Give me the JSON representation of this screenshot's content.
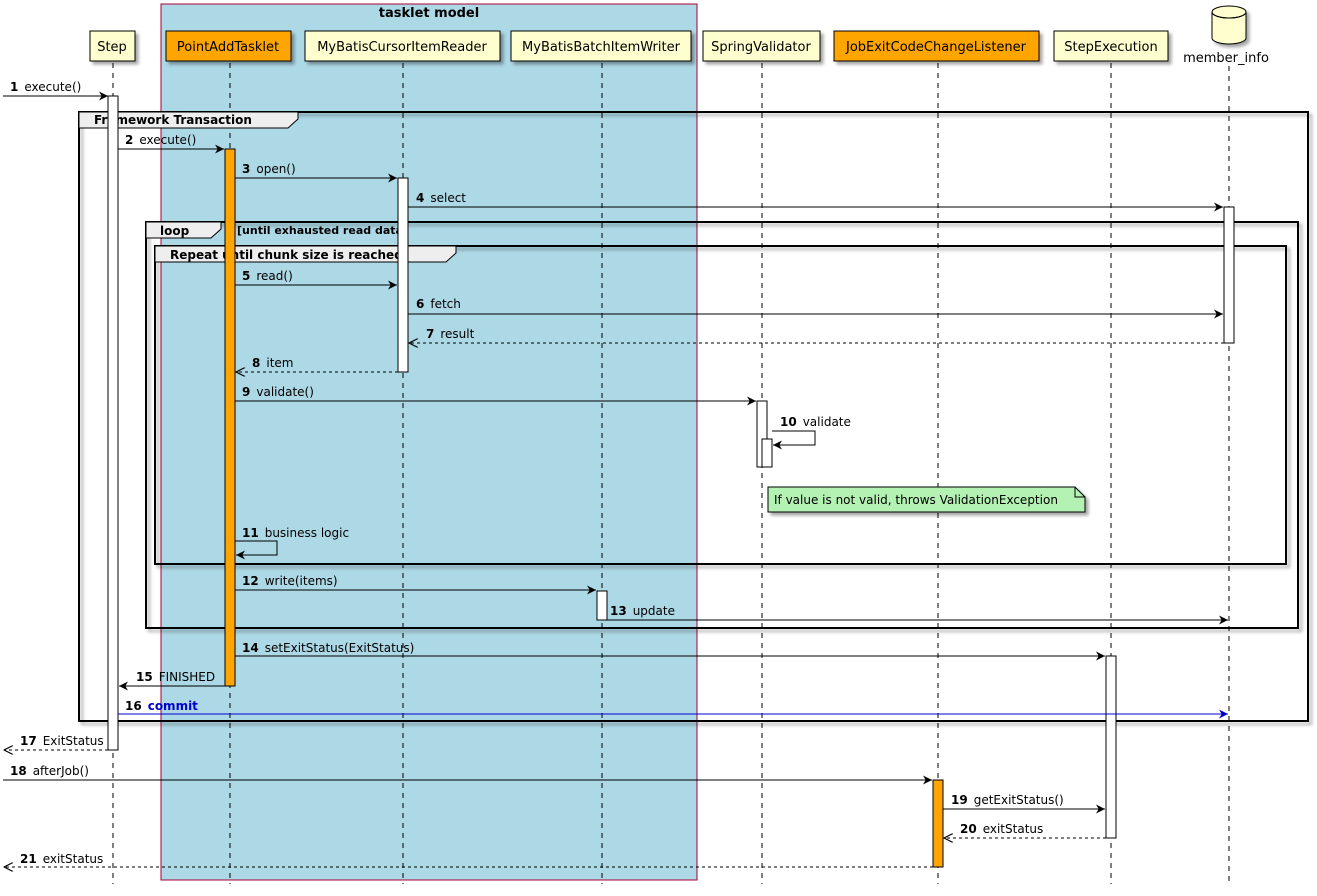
{
  "box": {
    "title": "tasklet model",
    "fill": "#ADD8E6",
    "border": "#A80036"
  },
  "participants": [
    {
      "id": "step",
      "label": "Step",
      "color": "#FEFECE"
    },
    {
      "id": "tasklet",
      "label": "PointAddTasklet",
      "color": "#FFA500"
    },
    {
      "id": "reader",
      "label": "MyBatisCursorItemReader",
      "color": "#FEFECE"
    },
    {
      "id": "writer",
      "label": "MyBatisBatchItemWriter",
      "color": "#FEFECE"
    },
    {
      "id": "validator",
      "label": "SpringValidator",
      "color": "#FEFECE"
    },
    {
      "id": "listener",
      "label": "JobExitCodeChangeListener",
      "color": "#FFA500"
    },
    {
      "id": "stepexec",
      "label": "StepExecution",
      "color": "#FEFECE"
    },
    {
      "id": "db",
      "label": "member_info",
      "color": "#FEFECE",
      "kind": "database"
    }
  ],
  "frames": [
    {
      "keyword": "Framework Transaction",
      "condition": ""
    },
    {
      "keyword": "loop",
      "condition": "[until exhausted read data]"
    },
    {
      "keyword": "Repeat until chunk size is reached",
      "condition": ""
    }
  ],
  "messages": [
    {
      "num": "1",
      "text": "execute()",
      "from": "external",
      "to": "step",
      "style": "solid"
    },
    {
      "num": "2",
      "text": "execute()",
      "from": "step",
      "to": "tasklet",
      "style": "solid"
    },
    {
      "num": "3",
      "text": "open()",
      "from": "tasklet",
      "to": "reader",
      "style": "solid"
    },
    {
      "num": "4",
      "text": "select",
      "from": "reader",
      "to": "db",
      "style": "solid"
    },
    {
      "num": "5",
      "text": "read()",
      "from": "tasklet",
      "to": "reader",
      "style": "solid"
    },
    {
      "num": "6",
      "text": "fetch",
      "from": "reader",
      "to": "db",
      "style": "solid"
    },
    {
      "num": "7",
      "text": "result",
      "from": "db",
      "to": "reader",
      "style": "dashed"
    },
    {
      "num": "8",
      "text": "item",
      "from": "reader",
      "to": "tasklet",
      "style": "dashed"
    },
    {
      "num": "9",
      "text": "validate()",
      "from": "tasklet",
      "to": "validator",
      "style": "solid"
    },
    {
      "num": "10",
      "text": "validate",
      "from": "validator",
      "to": "validator",
      "style": "self"
    },
    {
      "num": "11",
      "text": "business logic",
      "from": "tasklet",
      "to": "tasklet",
      "style": "self"
    },
    {
      "num": "12",
      "text": "write(items)",
      "from": "tasklet",
      "to": "writer",
      "style": "solid"
    },
    {
      "num": "13",
      "text": "update",
      "from": "writer",
      "to": "db",
      "style": "solid"
    },
    {
      "num": "14",
      "text": "setExitStatus(ExitStatus)",
      "from": "tasklet",
      "to": "stepexec",
      "style": "solid"
    },
    {
      "num": "15",
      "text": "FINISHED",
      "from": "tasklet",
      "to": "step",
      "style": "solid"
    },
    {
      "num": "16",
      "text": "commit",
      "from": "step",
      "to": "db",
      "style": "solid",
      "color": "#0000CD"
    },
    {
      "num": "17",
      "text": "ExitStatus",
      "from": "step",
      "to": "external",
      "style": "dashed"
    },
    {
      "num": "18",
      "text": "afterJob()",
      "from": "external",
      "to": "listener",
      "style": "solid"
    },
    {
      "num": "19",
      "text": "getExitStatus()",
      "from": "listener",
      "to": "stepexec",
      "style": "solid"
    },
    {
      "num": "20",
      "text": "exitStatus",
      "from": "stepexec",
      "to": "listener",
      "style": "dashed"
    },
    {
      "num": "21",
      "text": "exitStatus",
      "from": "listener",
      "to": "external",
      "style": "dashed"
    }
  ],
  "note": {
    "text": "If value is not valid, throws ValidationException",
    "color": "#B3F2B3"
  },
  "colors": {
    "activation_orange": "#FFA500",
    "commit_blue": "#0000CD",
    "note_green": "#B3F2B3"
  }
}
